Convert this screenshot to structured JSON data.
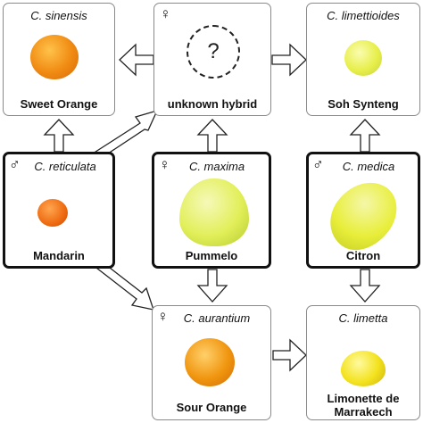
{
  "nodes": {
    "sweet_orange": {
      "sci": "C. sinensis",
      "common": "Sweet Orange",
      "sex": ""
    },
    "hybrid": {
      "sci": "",
      "common": "unknown hybrid",
      "sex": "♀",
      "placeholder": "?"
    },
    "soh_synteng": {
      "sci": "C. limettioides",
      "common": "Soh Synteng",
      "sex": ""
    },
    "mandarin": {
      "sci": "C. reticulata",
      "common": "Mandarin",
      "sex": "♂"
    },
    "pummelo": {
      "sci": "C. maxima",
      "common": "Pummelo",
      "sex": "♀"
    },
    "citron": {
      "sci": "C. medica",
      "common": "Citron",
      "sex": "♂"
    },
    "sour_orange": {
      "sci": "C. aurantium",
      "common": "Sour Orange",
      "sex": "♀"
    },
    "limonette": {
      "sci": "C. limetta",
      "common_line1": "Limonette de",
      "common_line2": "Marrakech",
      "sex": ""
    }
  },
  "colors": {
    "sweet_orange": "#f08a12",
    "mandarin": "#ee6a10",
    "pummelo": "#e2ef5a",
    "citron": "#e8ee3a",
    "soh_synteng": "#e7ef4c",
    "sour_orange": "#f0950f",
    "limonette": "#f3e21e",
    "box_border": "#8a8a8a",
    "bold_border": "#111111"
  }
}
